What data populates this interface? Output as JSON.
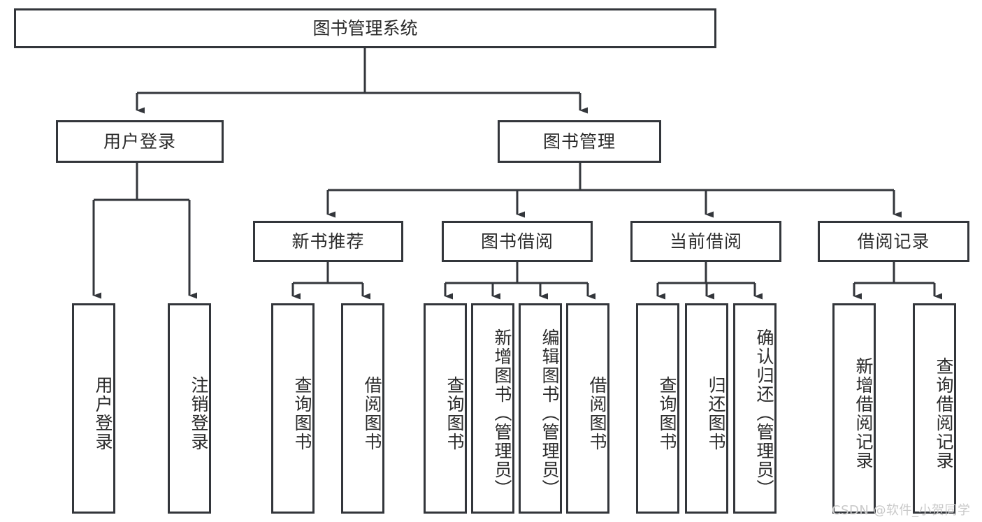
{
  "diagram": {
    "title": "图书管理系统",
    "type": "hierarchy-tree",
    "background_color": "#ffffff",
    "line_color": "#33363b",
    "text_color": "#2b2b2b",
    "levels": 4
  },
  "root": {
    "label": "图书管理系统"
  },
  "level2": [
    {
      "label": "用户登录"
    },
    {
      "label": "图书管理"
    }
  ],
  "level3": [
    {
      "label": "新书推荐"
    },
    {
      "label": "图书借阅"
    },
    {
      "label": "当前借阅"
    },
    {
      "label": "借阅记录"
    }
  ],
  "leaves": {
    "user_login": [
      {
        "label": "用户登录"
      },
      {
        "label": "注销登录"
      }
    ],
    "new_book_recommend": [
      {
        "label": "查询图书"
      },
      {
        "label": "借阅图书"
      }
    ],
    "book_borrow": [
      {
        "label": "查询图书"
      },
      {
        "label": "新增图书（管理员）"
      },
      {
        "label": "编辑图书（管理员）"
      },
      {
        "label": "借阅图书"
      }
    ],
    "current_borrow": [
      {
        "label": "查询图书"
      },
      {
        "label": "归还图书"
      },
      {
        "label": "确认归还（管理员）"
      }
    ],
    "borrow_record": [
      {
        "label": "新增借阅记录"
      },
      {
        "label": "查询借阅记录"
      }
    ]
  },
  "watermark": {
    "text": "CSDN @软件_小贺同学",
    "color": "#c9c9c9"
  }
}
